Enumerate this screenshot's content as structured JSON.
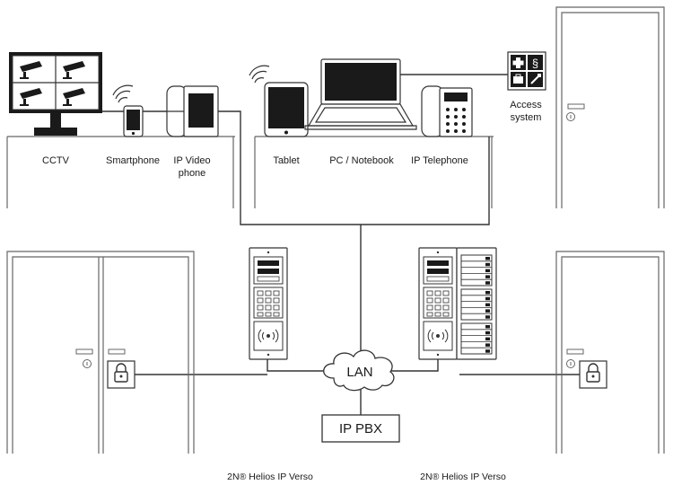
{
  "labels": {
    "cctv": "CCTV",
    "smartphone": "Smartphone",
    "ip_video_line1": "IP Video",
    "ip_video_line2": "phone",
    "tablet": "Tablet",
    "pc": "PC / Notebook",
    "ip_telephone": "IP Telephone",
    "access_line1": "Access",
    "access_line2": "system",
    "lan": "LAN",
    "ip_pbx": "IP PBX",
    "verso_left": "2N® Helios IP Verso",
    "verso_right": "2N® Helios IP Verso"
  }
}
